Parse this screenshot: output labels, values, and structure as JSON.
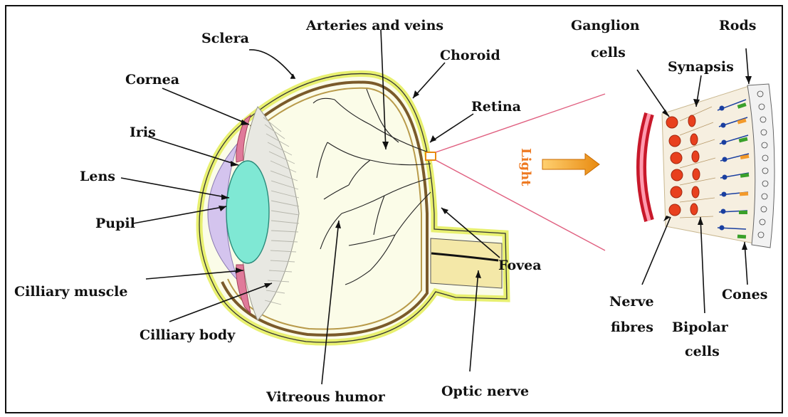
{
  "labels": {
    "sclera": "Sclera",
    "cornea": "Cornea",
    "iris": "Iris",
    "lens": "Lens",
    "pupil": "Pupil",
    "ciliary_muscle": "Cilliary muscle",
    "ciliary_body": "Cilliary body",
    "arteries_veins": "Arteries and veins",
    "choroid": "Choroid",
    "retina": "Retina",
    "fovea": "Fovea",
    "vitreous": "Vitreous humor",
    "optic_nerve": "Optic nerve",
    "ganglion_1": "Ganglion",
    "ganglion_2": "cells",
    "rods": "Rods",
    "synapsis": "Synapsis",
    "light": "Light",
    "nerve_1": "Nerve",
    "nerve_2": "fibres",
    "bipolar_1": "Bipolar",
    "bipolar_2": "cells",
    "cones": "Cones"
  },
  "colors": {
    "sclera_glow": "#f2f5a0",
    "choroid_band": "#7a5a2a",
    "lens": "#7fe8d4",
    "iris": "#e07a9a",
    "cornea": "#c9b8e6",
    "optic_nerve": "#f4e8a8",
    "light_arrow": "#f0a020",
    "ganglion_cell": "#e8401e",
    "rod_tip": "#1a3fa0",
    "cone_tip": "#3aa02a",
    "cone_orange": "#f39a2a",
    "zoom_lines": "#e06080"
  }
}
